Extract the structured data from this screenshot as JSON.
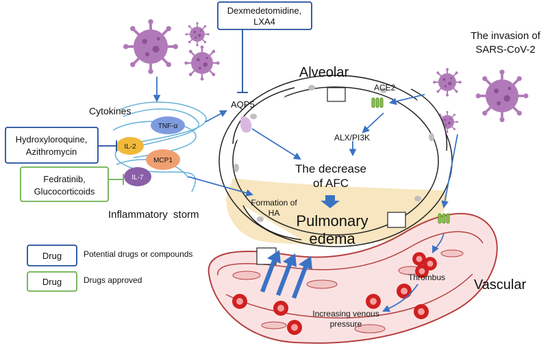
{
  "drug_boxes": {
    "dexmedetomidine": {
      "line1": "Dexmedetomidine,",
      "line2": "LXA4"
    },
    "hydroxy": {
      "line1": "Hydroxyloroquine,",
      "line2": "Azithromycin"
    },
    "fedratinib": {
      "line1": "Fedratinib,",
      "line2": "Glucocorticoids"
    }
  },
  "labels": {
    "cytokines": "Cytokines",
    "inflammatory_storm": "Inflammatory  storm",
    "alveolar": "Alveolar",
    "invasion_line1": "The invasion of",
    "invasion_line2": "SARS-CoV-2",
    "aqp5": "AQP5",
    "ace2": "ACE2",
    "alx_pi3k": "ALX/PI3K",
    "decrease_line1": "The decrease",
    "decrease_line2": "of AFC",
    "formation_line1": "Formation of",
    "formation_line2": "HA",
    "pulmonary_line1": "Pulmonary",
    "pulmonary_line2": "edema",
    "thrombus": "Thrombus",
    "vascular": "Vascular",
    "venous_line1": "Increasing venous",
    "venous_line2": "pressure"
  },
  "cytokines": {
    "tnf": "TNF-α",
    "il2": "IL-2",
    "mcp1": "MCP1",
    "il7": "IL-7"
  },
  "legend": {
    "potential": {
      "box": "Drug",
      "text": "Potential drugs or compounds"
    },
    "approved": {
      "box": "Drug",
      "text": "Drugs approved"
    }
  },
  "colors": {
    "potential_border": "#1f4e9c",
    "approved_border": "#6ab04c",
    "arrow": "#3a72c4",
    "virus": "#b07ab8",
    "virus_dark": "#8e4f96",
    "edema": "#f7e6bf",
    "vessel": "#f3c6c6",
    "vessel_stroke": "#b44040",
    "rbc": "#d02020",
    "tnf": "#7e9be0",
    "il2": "#f0b93a",
    "mcp1": "#f0a070",
    "il7": "#8a5fa8",
    "ace2": "#8bc34a",
    "aqp5": "#d8b8e0"
  }
}
